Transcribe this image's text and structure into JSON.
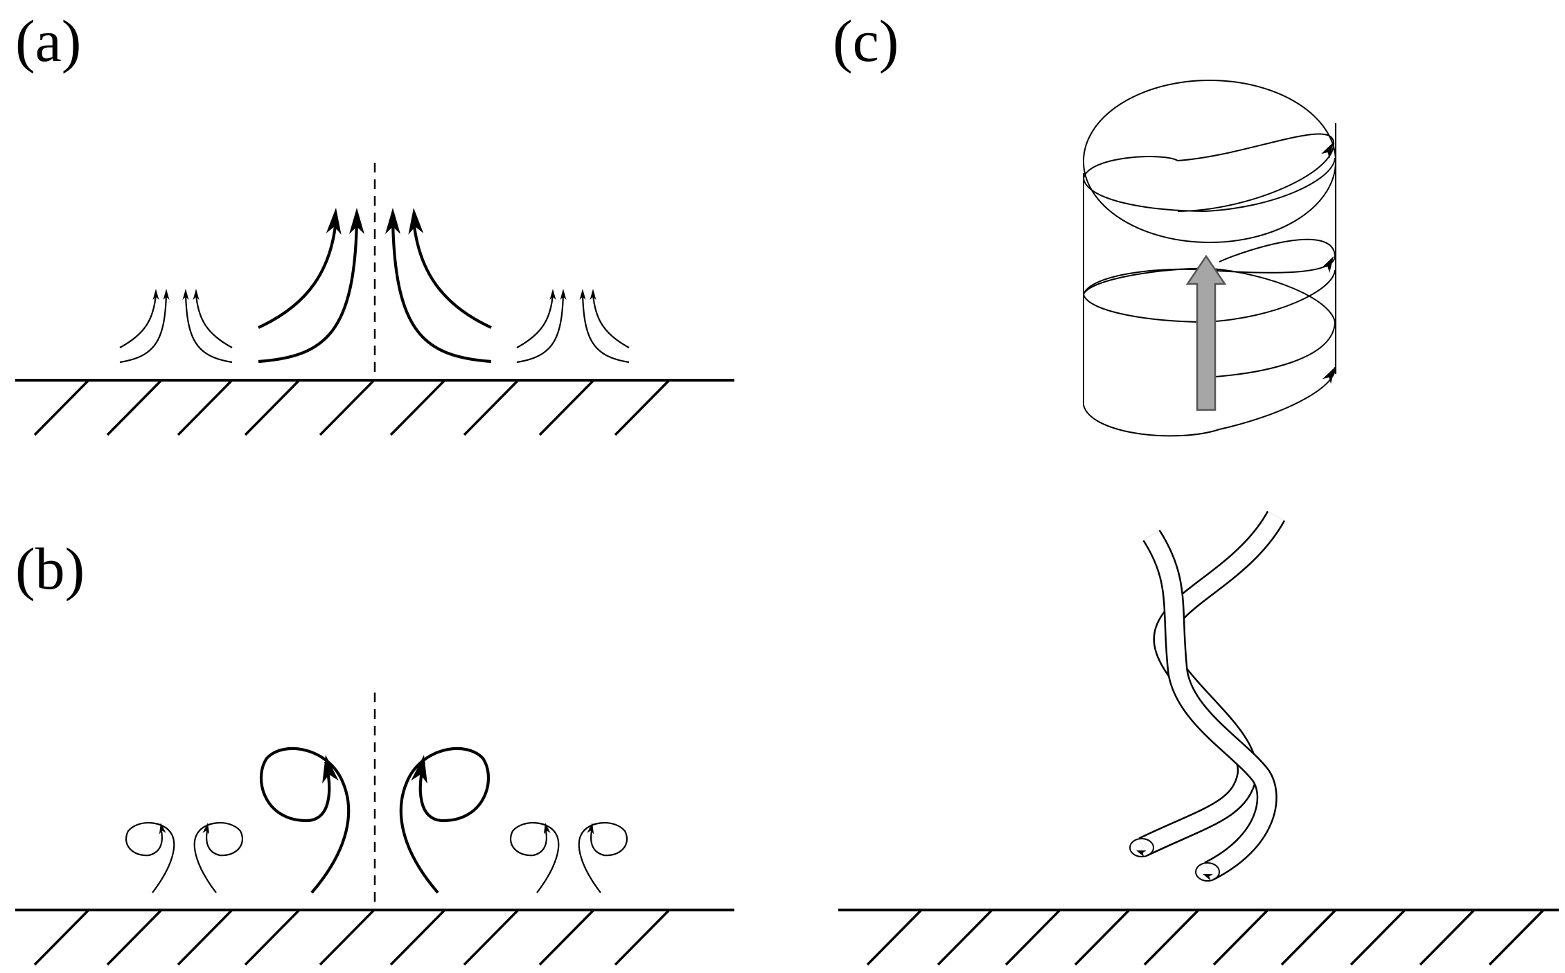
{
  "panels": [
    {
      "id": "a",
      "label": "(a)"
    },
    {
      "id": "b",
      "label": "(b)"
    },
    {
      "id": "c",
      "label": "(c)"
    }
  ],
  "colors": {
    "line": "#000000",
    "background": "#ffffff",
    "updraft_arrow_fill": "#a6a6a6",
    "updraft_arrow_stroke": "#555555"
  }
}
